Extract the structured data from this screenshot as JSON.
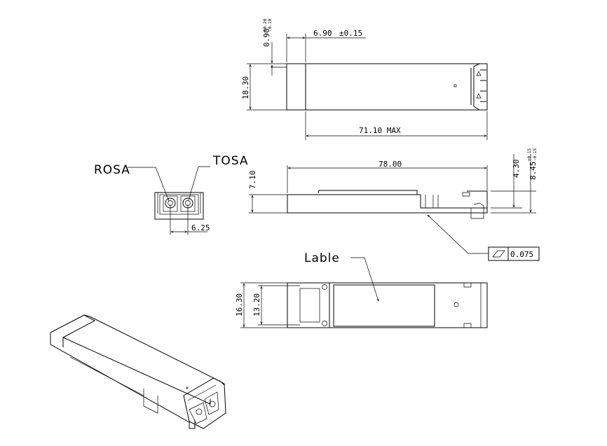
{
  "title": "XFP transceiver mechanical drawing",
  "top_view": {
    "dim_length": "71.10  MAX",
    "dim_width": "18.30",
    "dim_offset": "6.90",
    "dim_offset_tol": "±0.15",
    "dim_edge": "0.90",
    "dim_edge_tol_upper": "+0.20",
    "dim_edge_tol_lower": "-0.10"
  },
  "side_view": {
    "dim_length": "78.00",
    "dim_height": "7.10",
    "dim_latch": "4.30",
    "dim_total": "8.45",
    "dim_total_tol_upper": "+0.15",
    "dim_total_tol_lower": "-0.15",
    "flatness_value": "0.075"
  },
  "front_view": {
    "rosa_label": "ROSA",
    "tosa_label": "TOSA",
    "dim_pitch": "6.25"
  },
  "bottom_view": {
    "label_callout": "Lable",
    "dim_width": "16.30",
    "dim_inner": "13.20"
  }
}
